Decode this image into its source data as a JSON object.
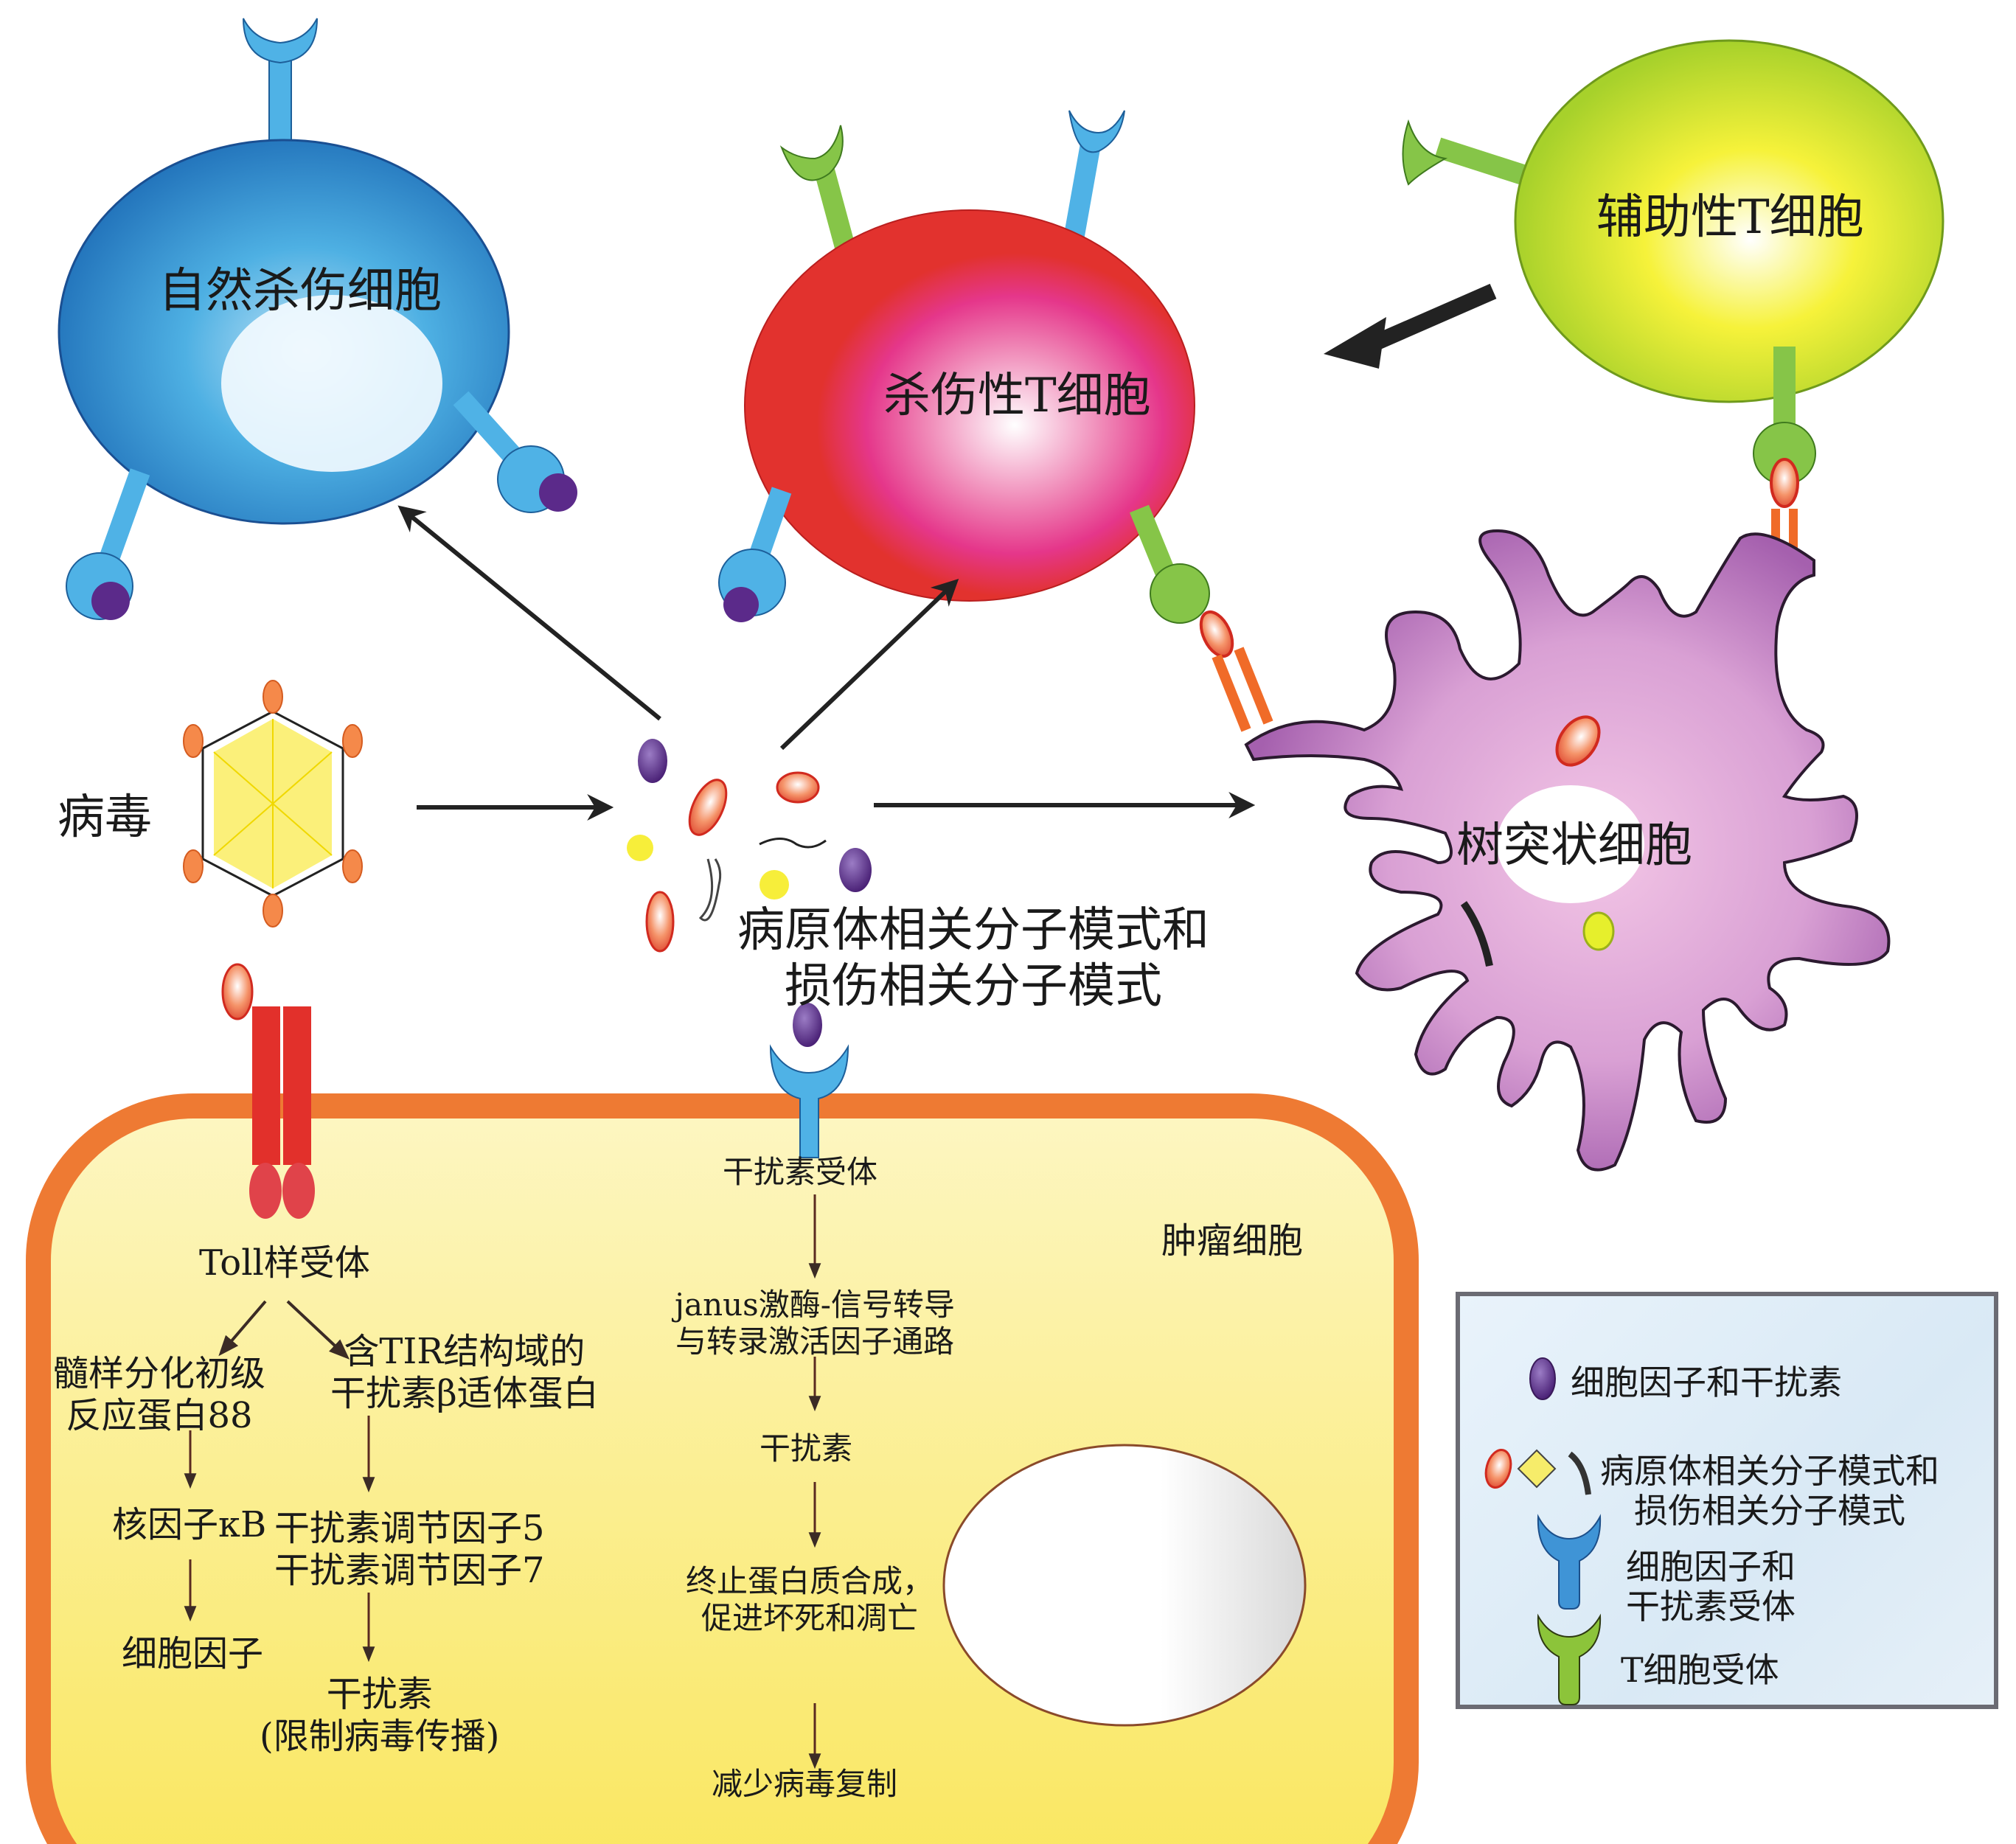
{
  "cells": {
    "nk_cell": "自然杀伤细胞",
    "cytotoxic_t_cell": "杀伤性T细胞",
    "helper_t_cell": "辅助性T细胞",
    "dendritic_cell": "树突状细胞",
    "tumor_cell": "肿瘤细胞"
  },
  "virus_label": "病毒",
  "pamp_label": [
    "病原体相关分子模式和",
    "损伤相关分子模式"
  ],
  "tlr_pathway": {
    "receptor": "Toll样受体",
    "left_branch": {
      "adaptor": [
        "髓样分化初级",
        "反应蛋白88"
      ],
      "factor": "核因子κB",
      "output": "细胞因子"
    },
    "right_branch": {
      "adaptor": [
        "含TIR结构域的",
        "干扰素β适体蛋白"
      ],
      "factors": [
        "干扰素调节因子5",
        "干扰素调节因子7"
      ],
      "output": [
        "干扰素",
        "(限制病毒传播)"
      ]
    }
  },
  "ifn_pathway": {
    "receptor": "干扰素受体",
    "signal": [
      "janus激酶-信号转导",
      "与转录激活因子通路"
    ],
    "mediator": "干扰素",
    "effect": [
      "终止蛋白质合成，",
      "促进坏死和凋亡"
    ],
    "outcome": "减少病毒复制"
  },
  "legend": {
    "items": [
      {
        "icon": "cytokine-dot-icon",
        "label": [
          "细胞因子和干扰素"
        ]
      },
      {
        "icon": "pamp-damp-icons",
        "label": [
          "病原体相关分子模式和",
          "损伤相关分子模式"
        ]
      },
      {
        "icon": "cytokine-receptor-icon",
        "label": [
          "细胞因子和",
          "干扰素受体"
        ]
      },
      {
        "icon": "t-cell-receptor-icon",
        "label": [
          "T细胞受体"
        ]
      }
    ]
  },
  "colors": {
    "nk_cell": "#2f8fd0",
    "cytotoxic_t_cell": "#e2322e",
    "helper_t_cell": "#b8d82c",
    "dendritic_cell": "#b070b8",
    "tumor_membrane": "#ee7a33",
    "tumor_cytoplasm": "#fbef8a",
    "cytokine": "#5e3389",
    "tlr": "#e0302b",
    "receptor_blue": "#3aa3dc",
    "receptor_green": "#7cbf3e",
    "mhc_orange": "#f06b28"
  }
}
